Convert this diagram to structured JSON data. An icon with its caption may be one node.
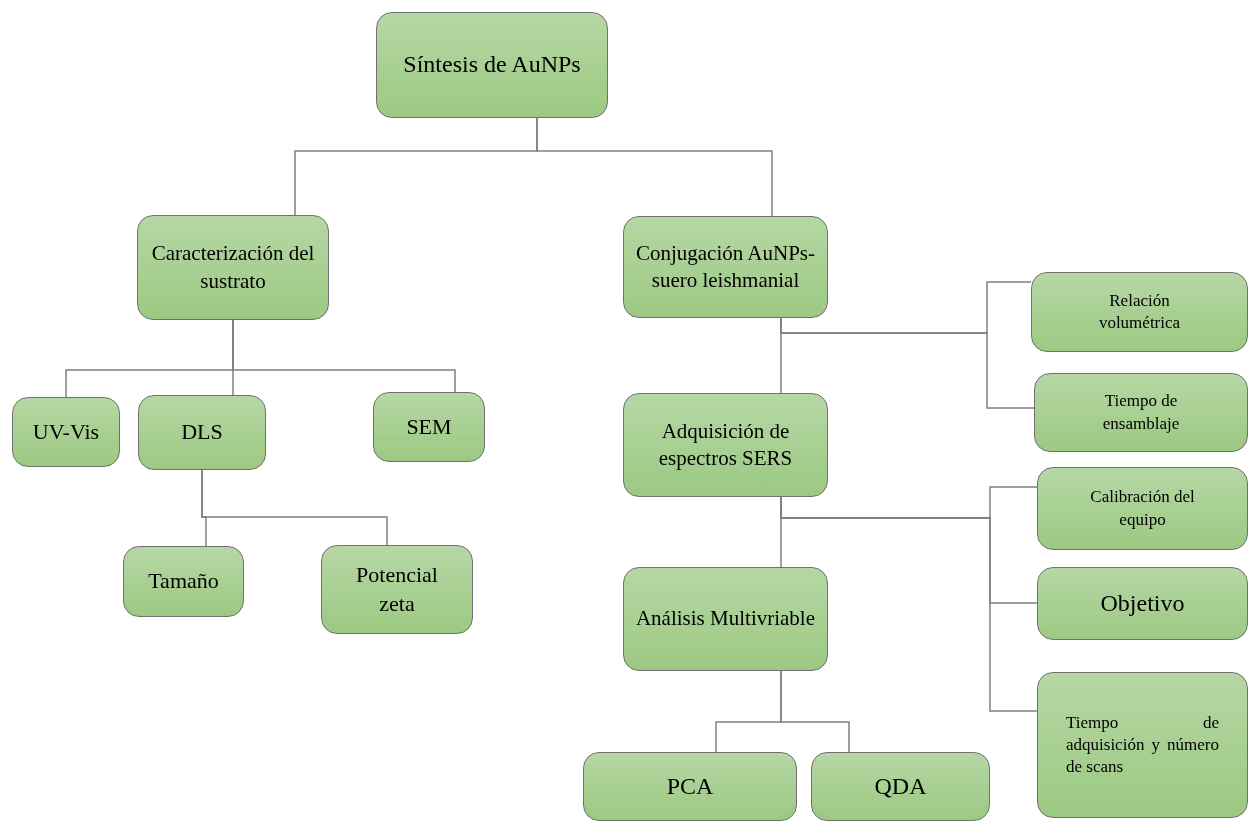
{
  "diagram": {
    "nodes": [
      {
        "text": [
          "Síntesis de AuNPs"
        ]
      },
      {
        "text": [
          "Caracterización del sustrato"
        ]
      },
      {
        "text": [
          "Conjugación AuNPs-suero leishmanial"
        ]
      },
      {
        "text": [
          "UV-Vis"
        ]
      },
      {
        "text": [
          "DLS"
        ]
      },
      {
        "text": [
          "SEM"
        ]
      },
      {
        "text": [
          "Tamaño"
        ]
      },
      {
        "text": [
          "Potencial zeta"
        ]
      },
      {
        "text": [
          "Relación volumétrica"
        ]
      },
      {
        "text": [
          "Tiempo de ensamblaje"
        ]
      },
      {
        "text": [
          "Adquisición de espectros SERS"
        ]
      },
      {
        "text": [
          "Calibración del equipo"
        ]
      },
      {
        "text": [
          "Objetivo"
        ]
      },
      {
        "text": [
          "Análisis Multivriable"
        ]
      },
      {
        "text": [
          "Tiempo de adquisición y número de scans"
        ]
      },
      {
        "text": [
          "PCA"
        ]
      },
      {
        "text": [
          "QDA"
        ]
      }
    ],
    "edges": [
      {
        "from": 0,
        "to": 1,
        "arrow": "none"
      },
      {
        "from": 0,
        "to": 2,
        "arrow": "none"
      },
      {
        "from": 1,
        "to": 3,
        "arrow": "none"
      },
      {
        "from": 1,
        "to": 4,
        "arrow": "none"
      },
      {
        "from": 1,
        "to": 5,
        "arrow": "none"
      },
      {
        "from": 4,
        "to": 6,
        "arrow": "none"
      },
      {
        "from": 4,
        "to": 7,
        "arrow": "none"
      },
      {
        "from": 2,
        "to": 10,
        "arrow": "none"
      },
      {
        "from": 2,
        "to": 8,
        "arrow": "none"
      },
      {
        "from": 2,
        "to": 9,
        "arrow": "none"
      },
      {
        "from": 10,
        "to": 13,
        "arrow": "none"
      },
      {
        "from": 10,
        "to": 11,
        "arrow": "none"
      },
      {
        "from": 10,
        "to": 12,
        "arrow": "none"
      },
      {
        "from": 10,
        "to": 14,
        "arrow": "none"
      },
      {
        "from": 13,
        "to": 15,
        "arrow": "none"
      },
      {
        "from": 13,
        "to": 16,
        "arrow": "none"
      }
    ]
  }
}
